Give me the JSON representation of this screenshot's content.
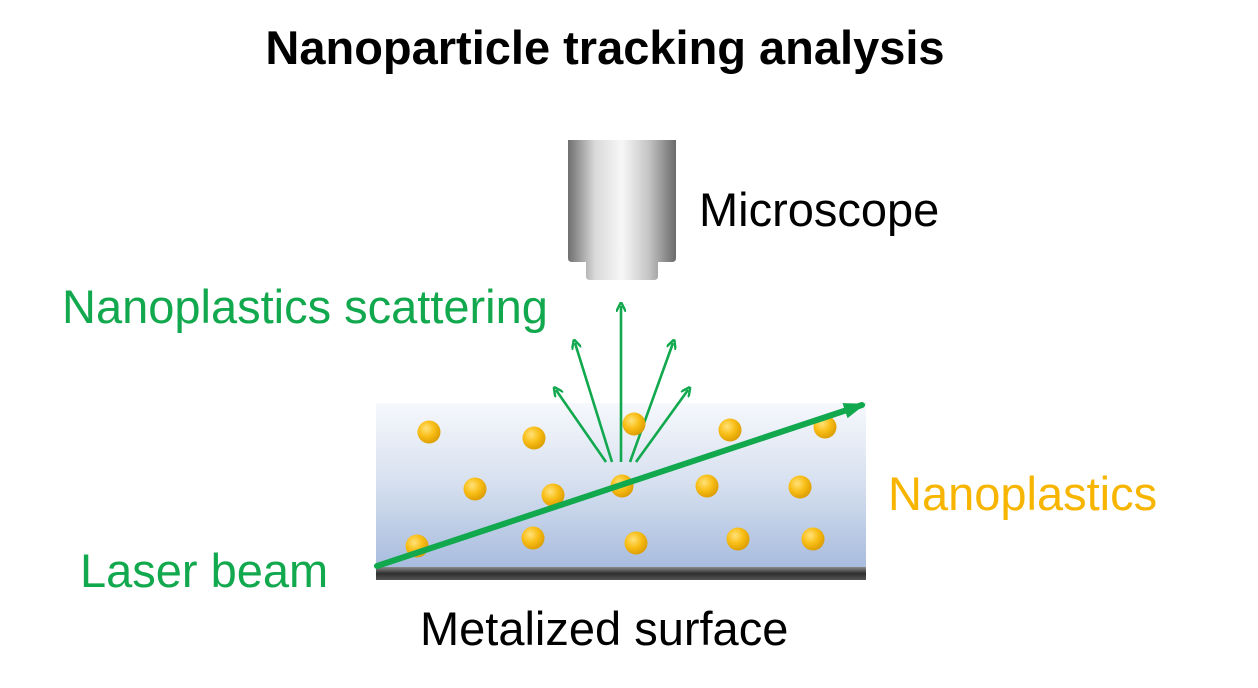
{
  "title": "Nanoparticle tracking analysis",
  "labels": {
    "microscope": "Microscope",
    "scattering": "Nanoplastics scattering",
    "nanoplastics": "Nanoplastics",
    "laser_beam": "Laser beam",
    "metalized_surface": "Metalized surface"
  },
  "colors": {
    "green": "#11a84e",
    "amber": "#f7b500",
    "text": "#000000",
    "microscope_gray": "#9a9a9a",
    "liquid_top": "#f4f7fb",
    "liquid_bottom": "#a9bedf",
    "surface": "#3a3a3a"
  },
  "icons": {
    "microscope": "microscope-objective-icon",
    "particle": "nanoparticle-dot-icon"
  }
}
